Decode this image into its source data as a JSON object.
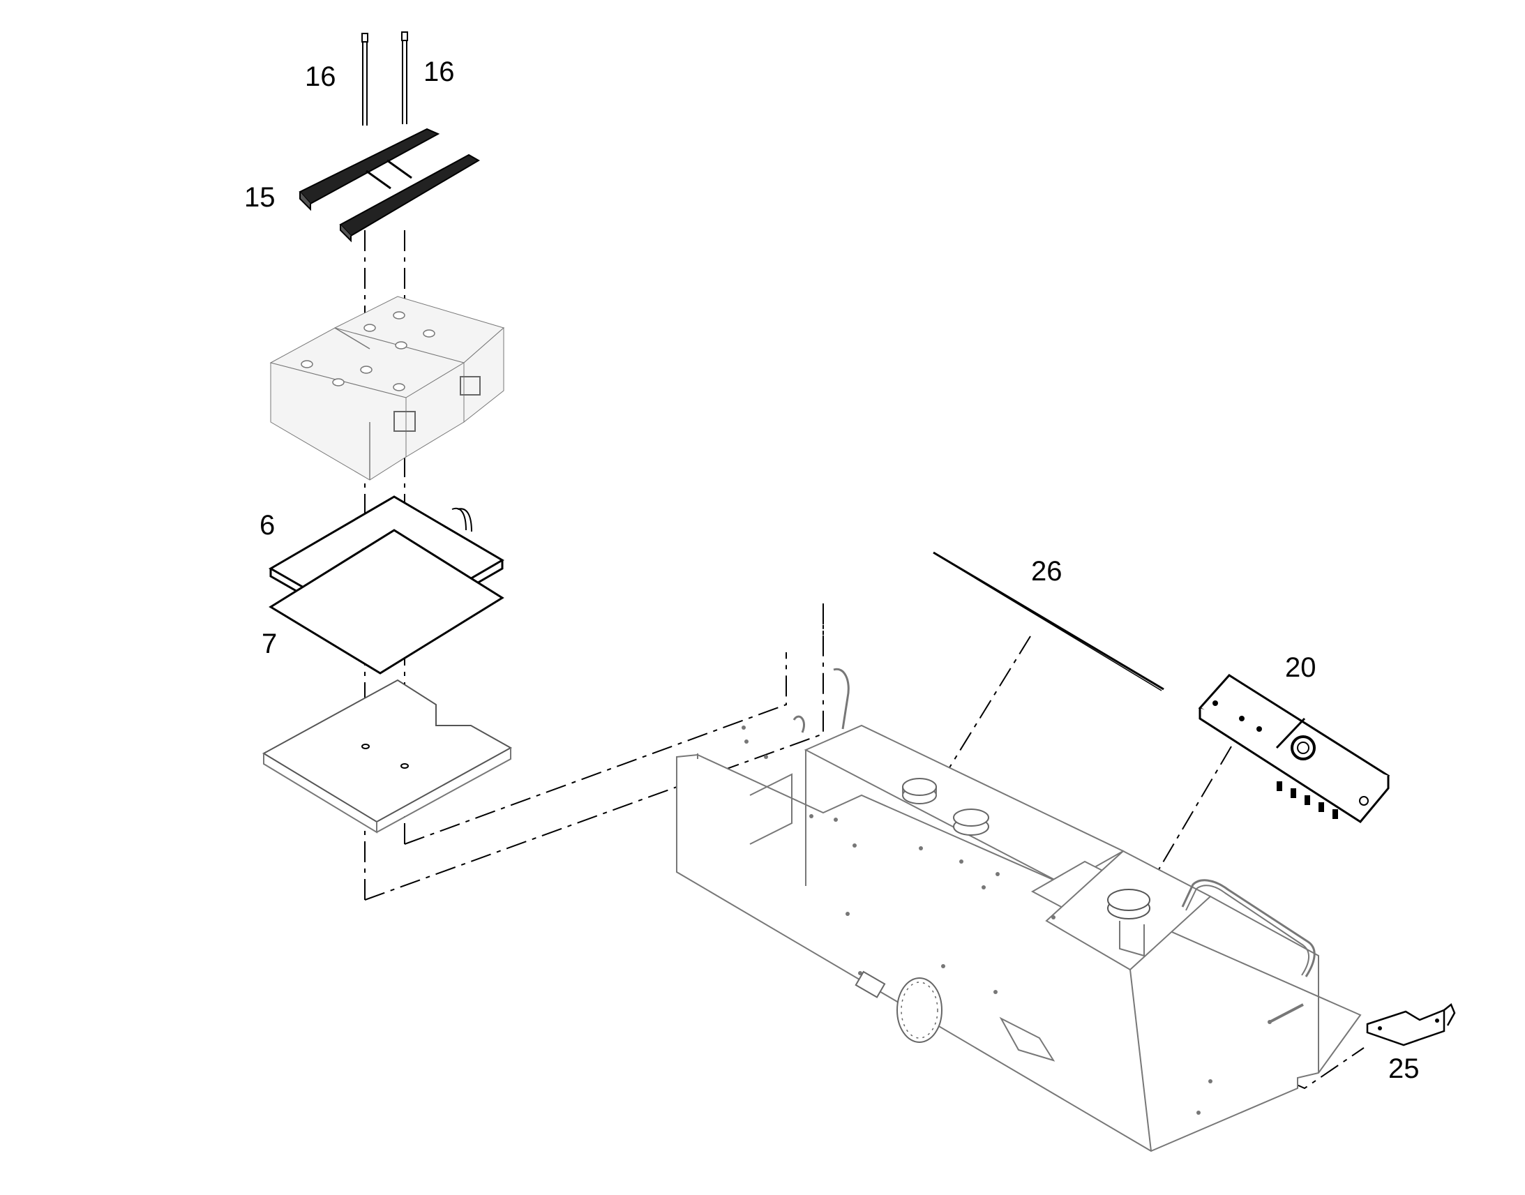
{
  "diagram": {
    "type": "exploded-parts-diagram",
    "callouts": [
      {
        "id": "16a",
        "label": "16",
        "part": "bolt"
      },
      {
        "id": "16b",
        "label": "16",
        "part": "bolt"
      },
      {
        "id": "15",
        "label": "15",
        "part": "battery-hold-down-clamp"
      },
      {
        "id": "6",
        "label": "6",
        "part": "battery-mat"
      },
      {
        "id": "7",
        "label": "7",
        "part": "battery-mat-pad"
      },
      {
        "id": "26",
        "label": "26",
        "part": "rod"
      },
      {
        "id": "20",
        "label": "20",
        "part": "electrical-control-block"
      },
      {
        "id": "25",
        "label": "25",
        "part": "bracket"
      }
    ]
  }
}
